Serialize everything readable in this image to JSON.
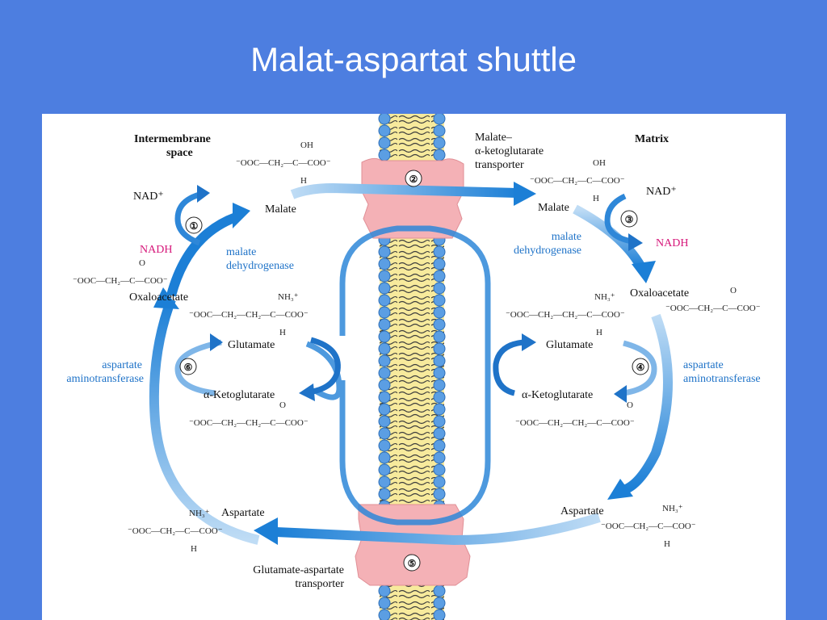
{
  "slide": {
    "title": "Malat-aspartat shuttle"
  },
  "diagram": {
    "headers": {
      "left": "Intermembrane",
      "left2": "space",
      "right": "Matrix"
    },
    "transporter_top": {
      "line1": "Malate–",
      "line2": "α-ketoglutarate",
      "line3": "transporter",
      "number": "②"
    },
    "transporter_bottom": {
      "line1": "Glutamate-aspartate",
      "line2": "transporter",
      "number": "⑤"
    },
    "left": {
      "nad": "NAD⁺",
      "nadh": "NADH",
      "step1": "①",
      "malate": "Malate",
      "enzyme1a": "malate",
      "enzyme1b": "dehydrogenase",
      "oxaloacetate": "Oxaloacetate",
      "glutamate": "Glutamate",
      "ketoglutarate": "α-Ketoglutarate",
      "step6": "⑥",
      "enzyme6a": "aspartate",
      "enzyme6b": "aminotransferase",
      "aspartate": "Aspartate"
    },
    "right": {
      "nad": "NAD⁺",
      "nadh": "NADH",
      "step3": "③",
      "malate": "Malate",
      "enzyme3a": "malate",
      "enzyme3b": "dehydrogenase",
      "oxaloacetate": "Oxaloacetate",
      "glutamate": "Glutamate",
      "ketoglutarate": "α-Ketoglutarate",
      "step4": "④",
      "enzyme4a": "aspartate",
      "enzyme4b": "aminotransferase",
      "aspartate": "Aspartate"
    },
    "formulas": {
      "malate_top": "OH",
      "malate_chain": "⁻OOC—CH₂—C—COO⁻",
      "malate_bottom": "H",
      "oxalo_top": "O",
      "oxalo_chain": "⁻OOC—CH₂—C—COO⁻",
      "glutamate_top": "NH₃⁺",
      "glutamate_chain": "⁻OOC—CH₂—CH₂—C—COO⁻",
      "glutamate_bottom": "H",
      "akg_top": "O",
      "akg_chain": "⁻OOC—CH₂—CH₂—C—COO⁻",
      "aspartate_top": "NH₃⁺",
      "aspartate_chain": "⁻OOC—CH₂—C—COO⁻",
      "aspartate_bottom": "H"
    }
  }
}
